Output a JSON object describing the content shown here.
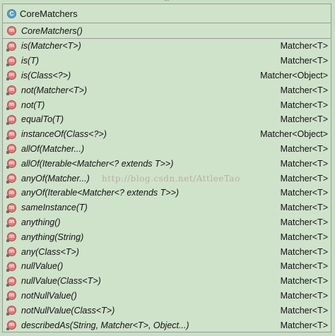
{
  "class": {
    "icon_letter": "C",
    "name": "CoreMatchers",
    "constructor": "CoreMatchers()"
  },
  "method_icon_letter": "m",
  "methods": [
    {
      "signature": "is(Matcher<T>)",
      "returns": "Matcher<T>"
    },
    {
      "signature": "is(T)",
      "returns": "Matcher<T>"
    },
    {
      "signature": "is(Class<?>)",
      "returns": "Matcher<Object>"
    },
    {
      "signature": "not(Matcher<T>)",
      "returns": "Matcher<T>"
    },
    {
      "signature": "not(T)",
      "returns": "Matcher<T>"
    },
    {
      "signature": "equalTo(T)",
      "returns": "Matcher<T>"
    },
    {
      "signature": "instanceOf(Class<?>)",
      "returns": "Matcher<Object>"
    },
    {
      "signature": "allOf(Matcher...)",
      "returns": "Matcher<T>"
    },
    {
      "signature": "allOf(Iterable<Matcher<? extends T>>)",
      "returns": "Matcher<T>"
    },
    {
      "signature": "anyOf(Matcher...)",
      "returns": "Matcher<T>"
    },
    {
      "signature": "anyOf(Iterable<Matcher<? extends T>>)",
      "returns": "Matcher<T>"
    },
    {
      "signature": "sameInstance(T)",
      "returns": "Matcher<T>"
    },
    {
      "signature": "anything()",
      "returns": "Matcher<T>"
    },
    {
      "signature": "anything(String)",
      "returns": "Matcher<T>"
    },
    {
      "signature": "any(Class<T>)",
      "returns": "Matcher<T>"
    },
    {
      "signature": "nullValue()",
      "returns": "Matcher<T>"
    },
    {
      "signature": "nullValue(Class<T>)",
      "returns": "Matcher<T>"
    },
    {
      "signature": "notNullValue()",
      "returns": "Matcher<T>"
    },
    {
      "signature": "notNullValue(Class<T>)",
      "returns": "Matcher<T>"
    },
    {
      "signature": "describedAs(String, Matcher<T>, Object...)",
      "returns": "Matcher<T>"
    }
  ],
  "watermark": "http://blog.csdn.net/AttleeTao",
  "colors": {
    "background": "#c9dfc5",
    "class_icon": "#5fa3c9",
    "method_icon": "#e07a7a"
  }
}
